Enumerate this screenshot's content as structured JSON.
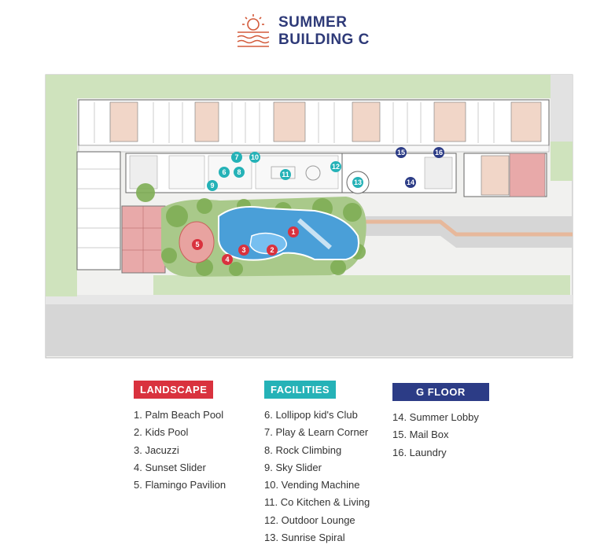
{
  "header": {
    "title_line1": "SUMMER",
    "title_line2": "BUILDING C"
  },
  "colors": {
    "title": "#2e3a78",
    "landscape": "#d9323e",
    "facilities": "#25b2b7",
    "g_floor": "#2c3c86",
    "pool": "#4a9fd8",
    "green": "#7fae55"
  },
  "markers": {
    "landscape": [
      "1",
      "2",
      "3",
      "4",
      "5"
    ],
    "facilities": [
      "6",
      "7",
      "8",
      "9",
      "10",
      "11",
      "12",
      "13"
    ],
    "g_floor": [
      "14",
      "15",
      "16"
    ]
  },
  "legend": {
    "landscape": {
      "title": "LANDSCAPE",
      "items": [
        "1. Palm Beach Pool",
        "2. Kids Pool",
        "3. Jacuzzi",
        "4. Sunset Slider",
        "5. Flamingo Pavilion"
      ]
    },
    "facilities": {
      "title": "FACILITIES",
      "items": [
        "6. Lollipop kid's Club",
        "7. Play & Learn Corner",
        "8. Rock Climbing",
        "9. Sky Slider",
        "10. Vending Machine",
        "11. Co Kitchen & Living",
        "12. Outdoor Lounge",
        "13. Sunrise Spiral"
      ]
    },
    "g_floor": {
      "title": "G FLOOR",
      "items": [
        "14. Summer Lobby",
        "15. Mail Box",
        "16. Laundry"
      ]
    }
  }
}
